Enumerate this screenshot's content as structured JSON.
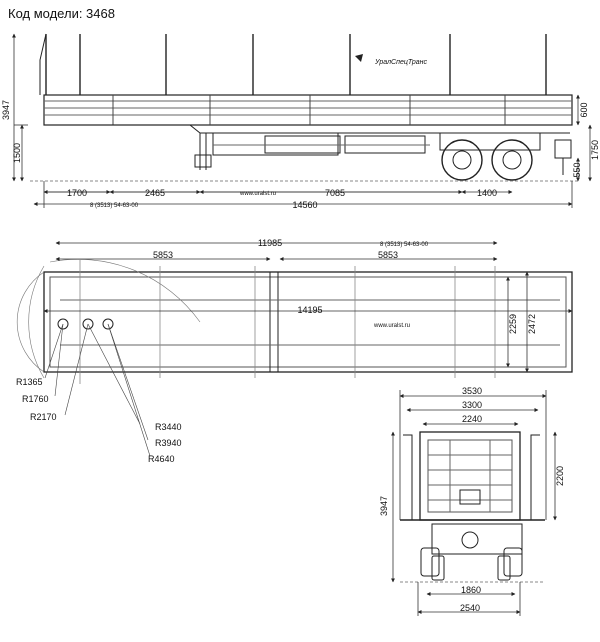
{
  "header": {
    "model_code": "Код модели: 3468"
  },
  "branding": {
    "logo_text": "УралСпецТранс",
    "website": "www.uralst.ru",
    "phone": "8 (3513) 54-63-00"
  },
  "side_view": {
    "height_total": "3947",
    "height_deck": "1500",
    "board_height": "600",
    "rear_height": "1750",
    "rear_low": "550",
    "bottom_dims": [
      "1700",
      "2465",
      "7085",
      "1400"
    ],
    "overall_length": "14560"
  },
  "top_view": {
    "length_top": "11985",
    "section_left": "5853",
    "section_right": "5853",
    "platform_length": "14195",
    "inner_width": "2259",
    "outer_width": "2472",
    "radii": [
      "R1365",
      "R1760",
      "R2170",
      "R3440",
      "R3940",
      "R4640"
    ]
  },
  "rear_view": {
    "width_3530": "3530",
    "width_3300": "3300",
    "width_2240": "2240",
    "height_2200": "2200",
    "height_3947": "3947",
    "track_1860": "1860",
    "width_2540": "2540"
  },
  "colors": {
    "line": "#222222",
    "dim_line": "#333333",
    "frame": "#555555"
  }
}
